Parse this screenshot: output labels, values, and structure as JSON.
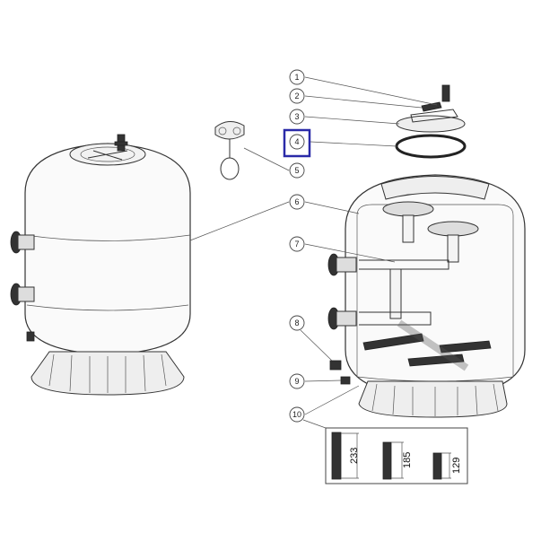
{
  "diagram": {
    "callouts": [
      "1",
      "2",
      "3",
      "4",
      "5",
      "6",
      "7",
      "8",
      "9",
      "10"
    ],
    "highlighted_callout": "4",
    "highlight_color": "#2a2aa8",
    "lateral_lengths": [
      "233",
      "185",
      "129"
    ]
  }
}
